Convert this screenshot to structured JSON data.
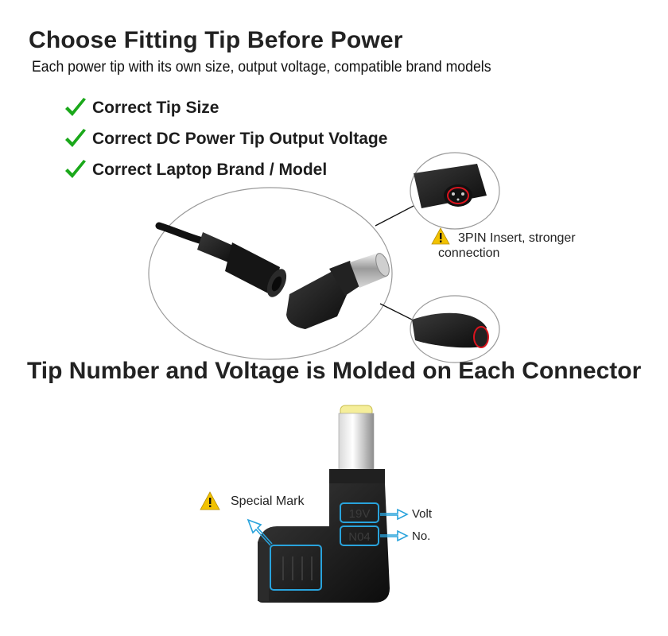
{
  "header": {
    "title": "Choose Fitting Tip Before Power",
    "subtitle": "Each power tip with its own size, output voltage, compatible brand models"
  },
  "checklist": [
    {
      "label": "Correct Tip Size",
      "icon": "checkmark-icon"
    },
    {
      "label": "Correct DC Power Tip Output Voltage",
      "icon": "checkmark-icon"
    },
    {
      "label": "Correct Laptop Brand / Model",
      "icon": "checkmark-icon"
    }
  ],
  "insert_note": {
    "line1": "3PIN Insert, stronger",
    "line2": "connection",
    "icon": "warning-icon"
  },
  "section2": {
    "title": "Tip Number and Voltage is Molded on Each Connector"
  },
  "connector": {
    "special_mark_label": "Special Mark",
    "volt_label": "Volt",
    "no_label": "No.",
    "molded_voltage": "19V",
    "molded_number": "N04"
  },
  "colors": {
    "check_green": "#1aa81a",
    "warning_yellow": "#f2c200",
    "callout_blue": "#29a3dc",
    "highlight_red": "#d9141e"
  }
}
